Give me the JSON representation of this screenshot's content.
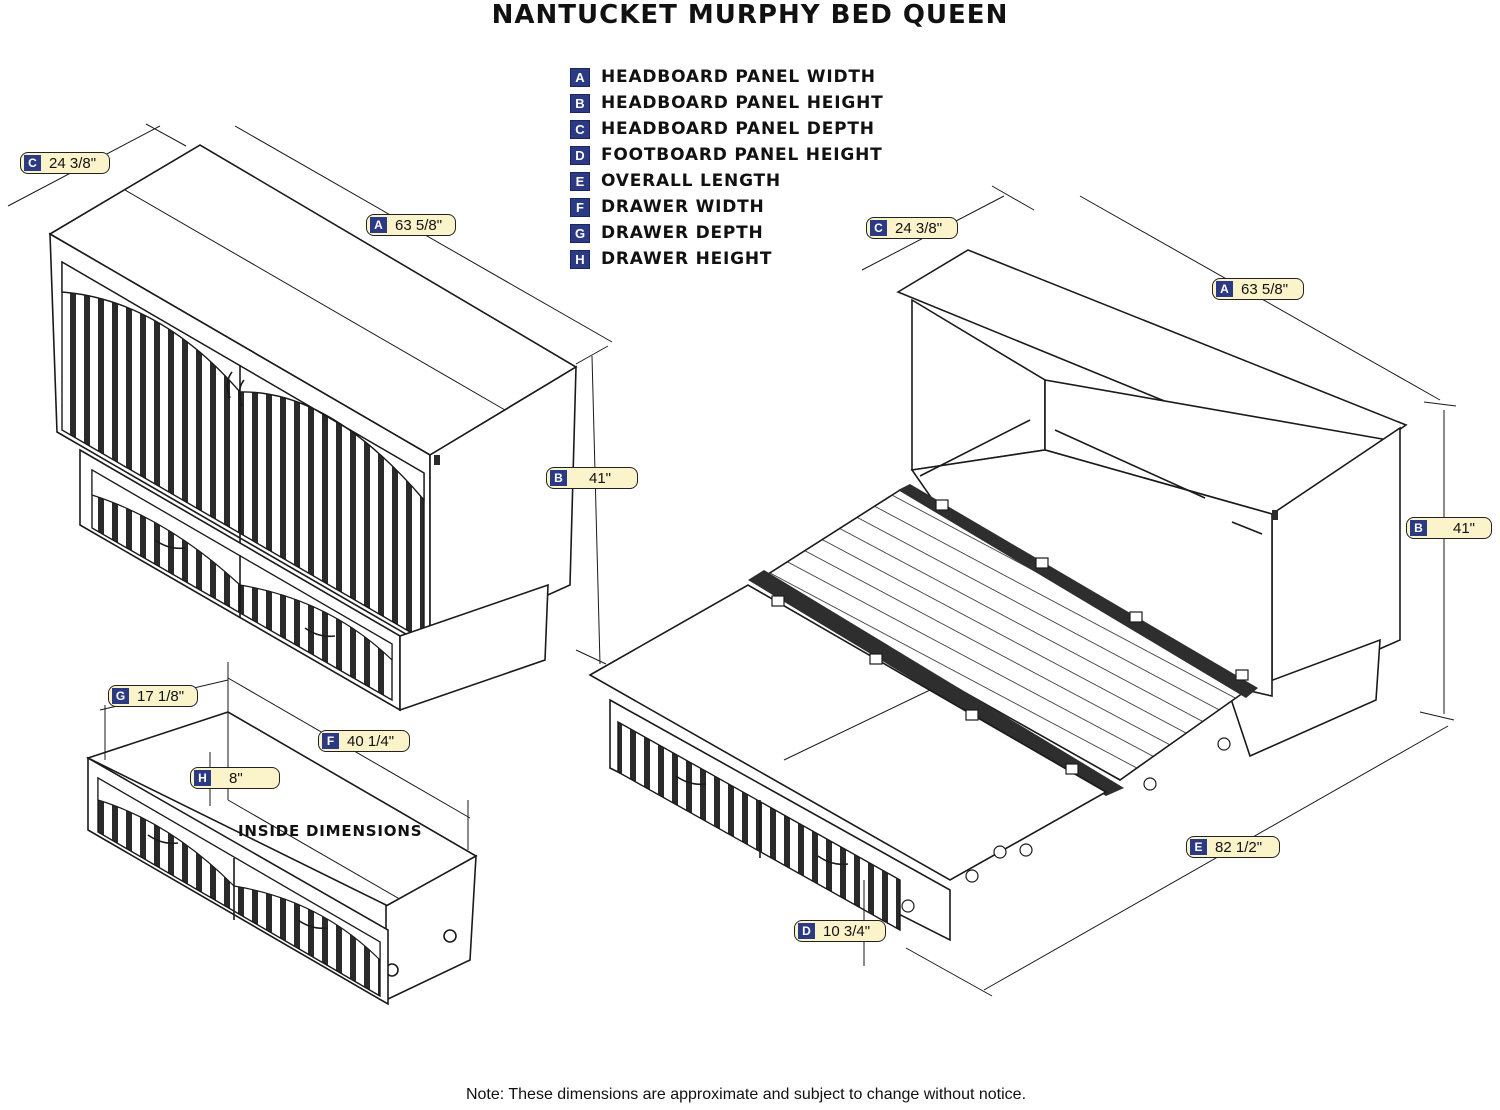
{
  "title": "NANTUCKET MURPHY BED QUEEN",
  "legend": [
    {
      "letter": "A",
      "text": "HEADBOARD PANEL WIDTH"
    },
    {
      "letter": "B",
      "text": "HEADBOARD PANEL HEIGHT"
    },
    {
      "letter": "C",
      "text": "HEADBOARD PANEL DEPTH"
    },
    {
      "letter": "D",
      "text": "FOOTBOARD PANEL HEIGHT"
    },
    {
      "letter": "E",
      "text": "OVERALL LENGTH"
    },
    {
      "letter": "F",
      "text": "DRAWER WIDTH"
    },
    {
      "letter": "G",
      "text": "DRAWER DEPTH"
    },
    {
      "letter": "H",
      "text": "DRAWER HEIGHT"
    }
  ],
  "dimensions": {
    "closed_c": {
      "letter": "C",
      "value": "24 3/8\""
    },
    "closed_a": {
      "letter": "A",
      "value": "63 5/8\""
    },
    "closed_b": {
      "letter": "B",
      "value": "41\""
    },
    "open_c": {
      "letter": "C",
      "value": "24 3/8\""
    },
    "open_a": {
      "letter": "A",
      "value": "63 5/8\""
    },
    "open_b": {
      "letter": "B",
      "value": "41\""
    },
    "open_e": {
      "letter": "E",
      "value": "82 1/2\""
    },
    "open_d": {
      "letter": "D",
      "value": "10 3/4\""
    },
    "drawer_g": {
      "letter": "G",
      "value": "17 1/8\""
    },
    "drawer_f": {
      "letter": "F",
      "value": "40 1/4\""
    },
    "drawer_h": {
      "letter": "H",
      "value": "8\""
    }
  },
  "inside_label": "INSIDE DIMENSIONS",
  "note": "Note:  These dimensions are approximate and subject to change without notice."
}
